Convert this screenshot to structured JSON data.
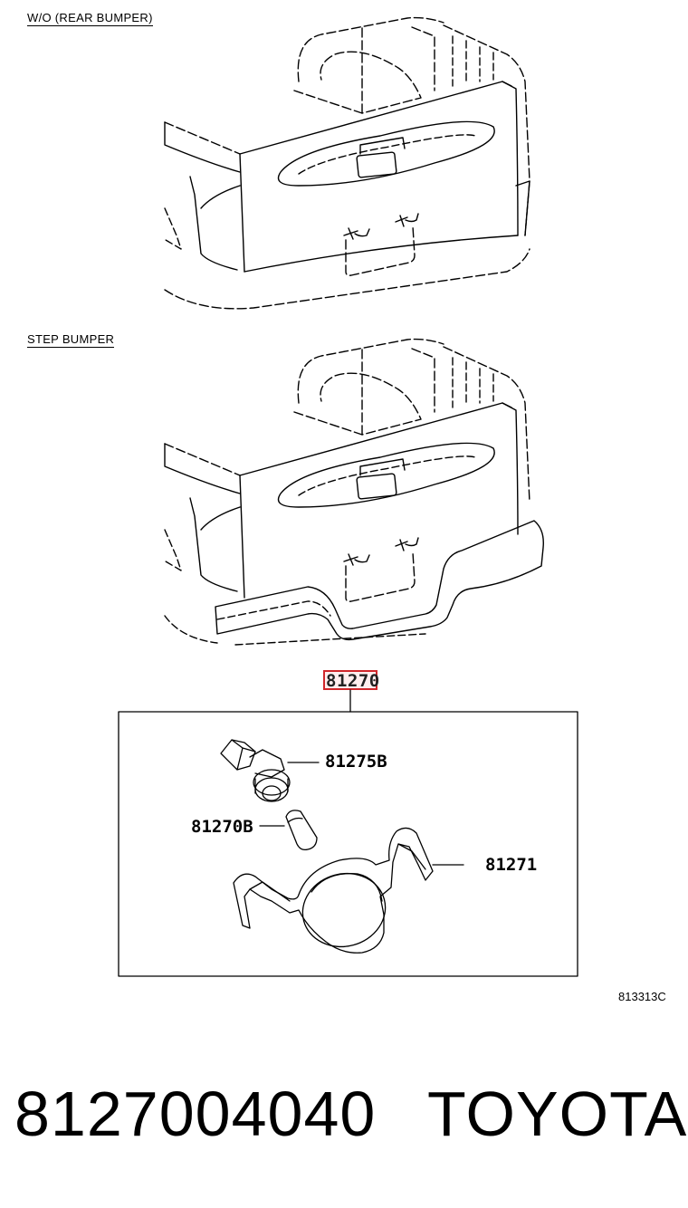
{
  "sections": {
    "top_label": "W/O  (REAR BUMPER)",
    "middle_label": "STEP BUMPER"
  },
  "parts": {
    "assembly": "81270",
    "socket": "81275B",
    "bulb": "81270B",
    "housing": "81271"
  },
  "diagram_id": "813313C",
  "footer": {
    "part_number": "8127004040",
    "brand": "TOYOTA"
  },
  "colors": {
    "highlight_border": "#d0272b",
    "line": "#000000"
  }
}
